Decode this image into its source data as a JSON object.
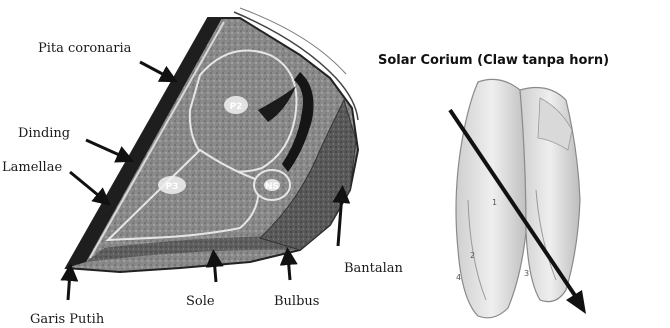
{
  "left_diagram": {
    "labels": {
      "pita_coronaria": "Pita coronaria",
      "dinding": "Dinding",
      "lamellae": "Lamellae",
      "garis_putih": "Garis Putih",
      "sole": "Sole",
      "bulbus": "Bulbus",
      "bantalan": "Bantalan"
    },
    "bone_labels": {
      "p2": "P2",
      "p3": "P3",
      "ns": "NS"
    }
  },
  "right_diagram": {
    "title": "Solar Corium (Claw tanpa horn)",
    "markers": [
      "1",
      "2",
      "3",
      "4"
    ]
  }
}
